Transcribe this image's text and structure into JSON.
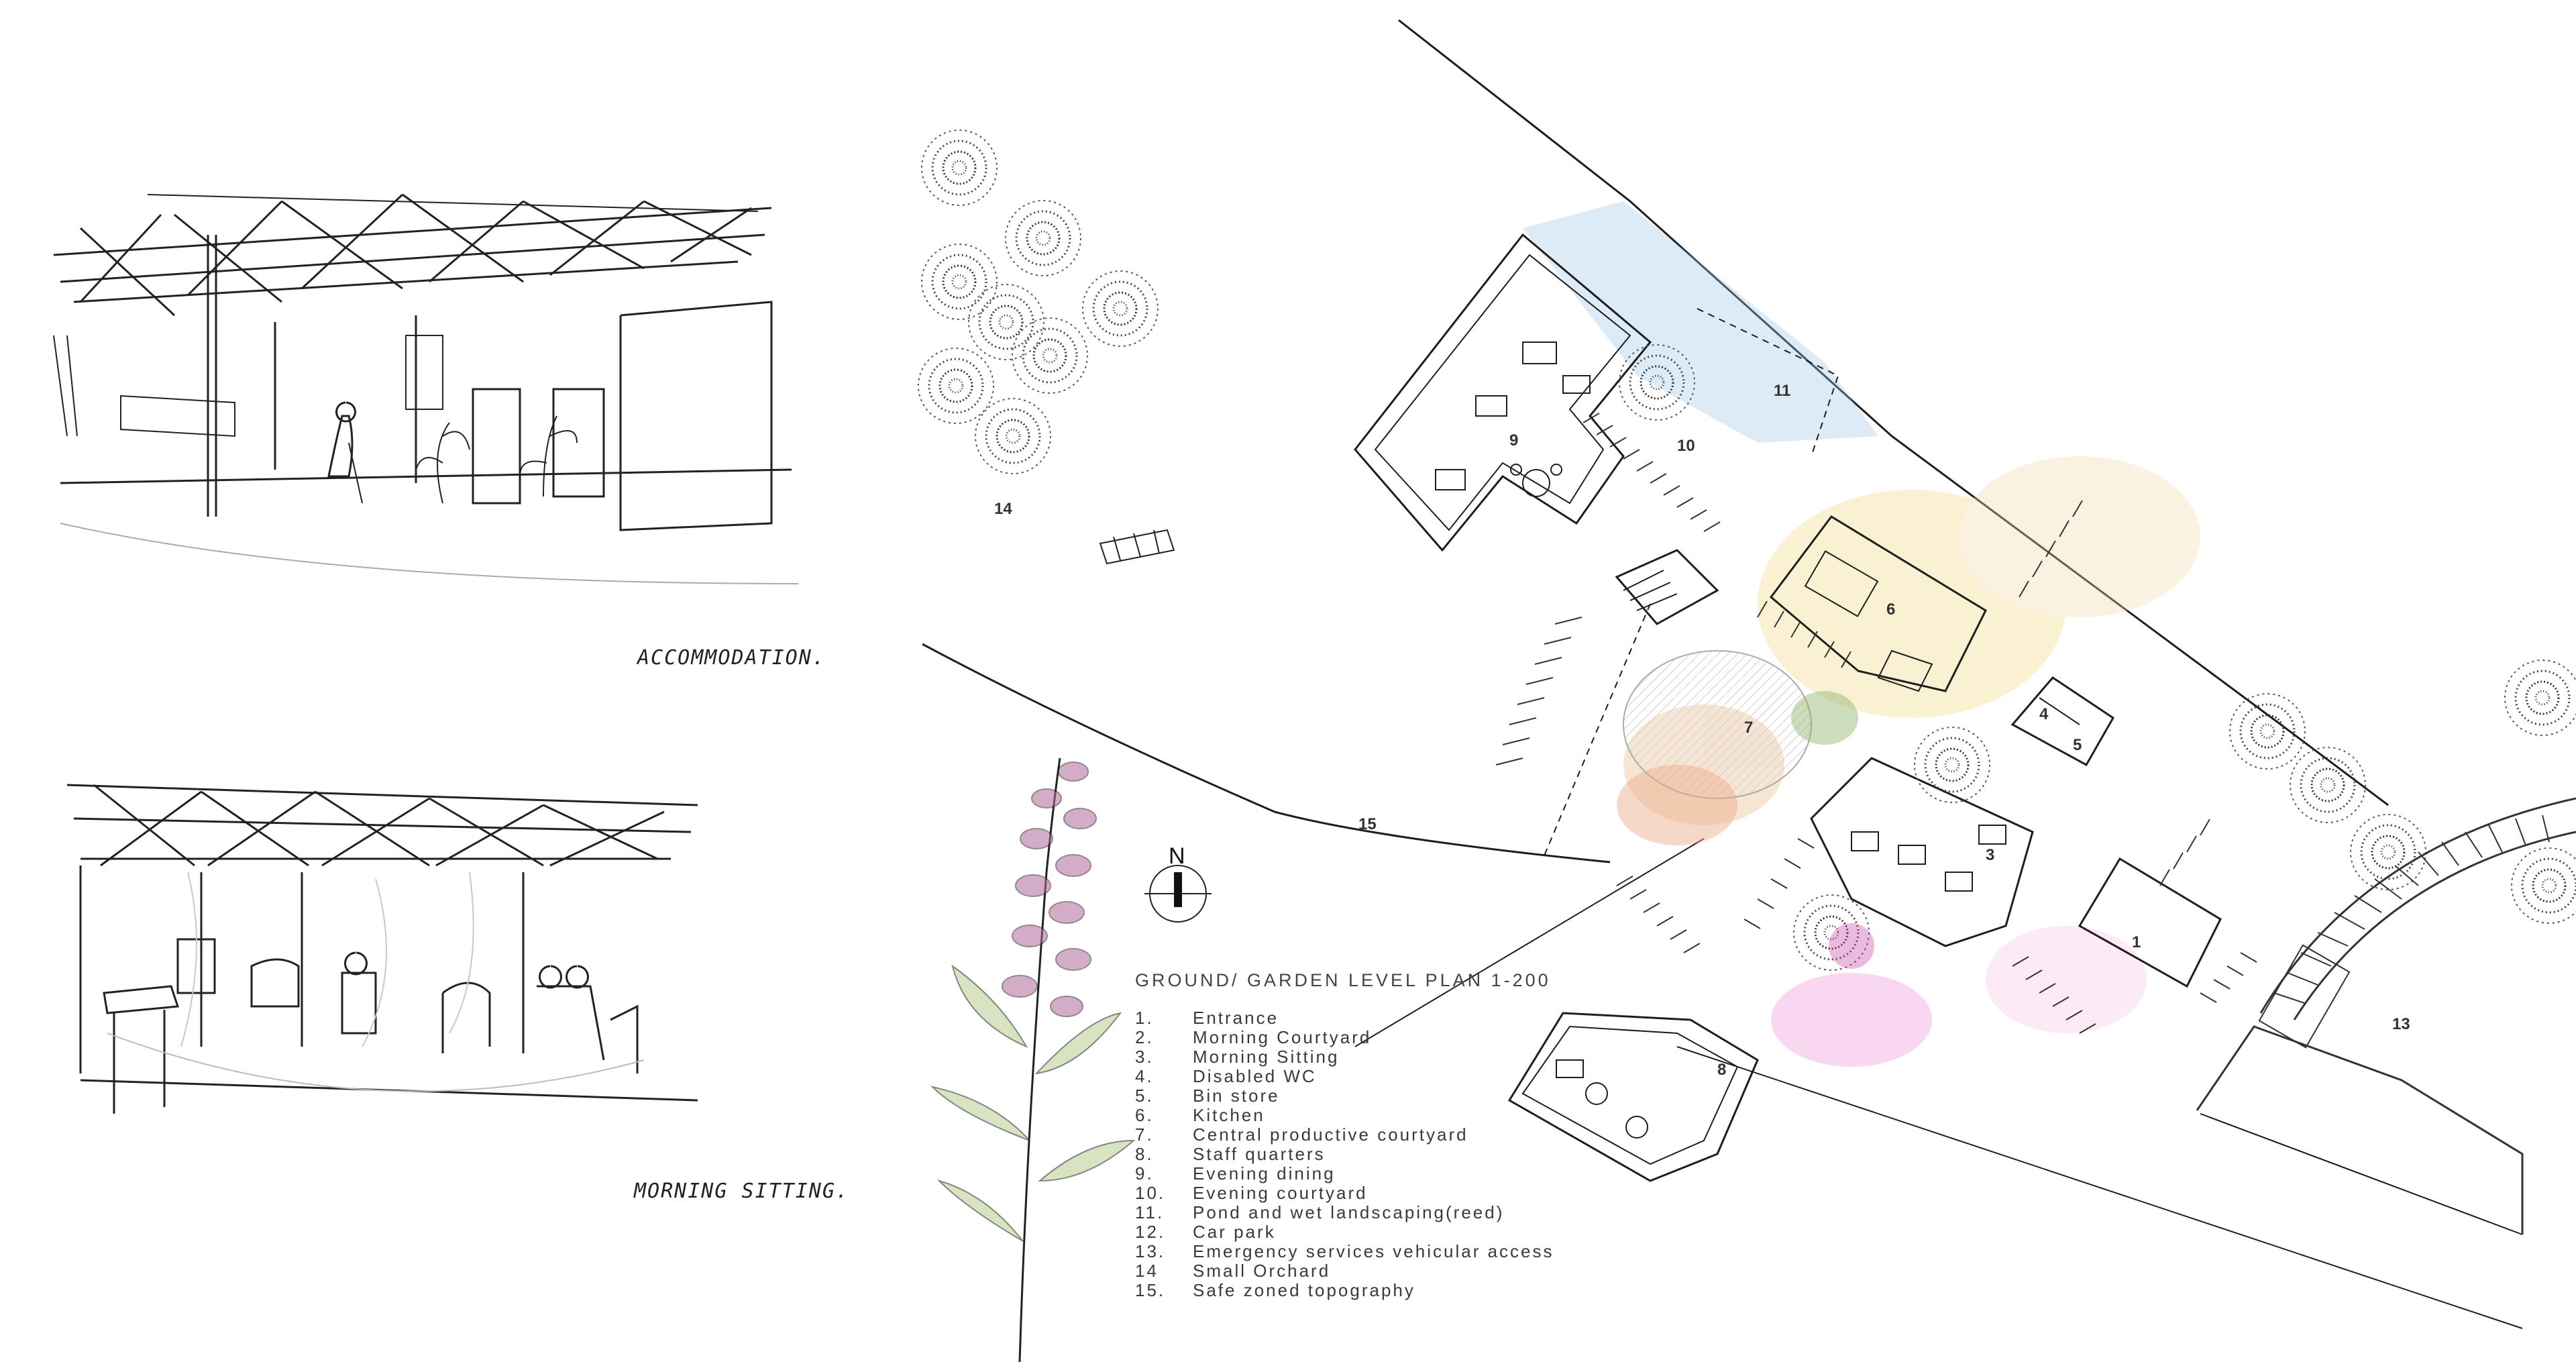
{
  "sketches": {
    "top_caption": "ACCOMMODATION.",
    "bottom_caption": "MORNING SITTING."
  },
  "plan": {
    "title": "GROUND/ GARDEN LEVEL PLAN 1-200",
    "north": "N",
    "legend": [
      {
        "num": "1.",
        "label": "Entrance"
      },
      {
        "num": "2.",
        "label": "Morning Courtyard"
      },
      {
        "num": "3.",
        "label": "Morning Sitting"
      },
      {
        "num": "4.",
        "label": "Disabled WC"
      },
      {
        "num": "5.",
        "label": "Bin store"
      },
      {
        "num": "6.",
        "label": "Kitchen"
      },
      {
        "num": "7.",
        "label": "Central productive courtyard"
      },
      {
        "num": "8.",
        "label": "Staff quarters"
      },
      {
        "num": "9.",
        "label": "Evening dining"
      },
      {
        "num": "10.",
        "label": "Evening courtyard"
      },
      {
        "num": "11.",
        "label": "Pond and wet landscaping(reed)"
      },
      {
        "num": "12.",
        "label": "Car park"
      },
      {
        "num": "13.",
        "label": "Emergency services vehicular access"
      },
      {
        "num": "14",
        "label": "Small Orchard"
      },
      {
        "num": "15.",
        "label": "Safe zoned topography"
      }
    ],
    "labels": [
      "1",
      "3",
      "4",
      "5",
      "6",
      "7",
      "8",
      "9",
      "10",
      "11",
      "13",
      "14",
      "15"
    ]
  },
  "colors": {
    "ink": "#2a2a2a",
    "pond": "#9fc6e4",
    "foxglove": "#b06a9a",
    "leaf": "#b9cf8f",
    "blossom": "#e57ac5"
  }
}
